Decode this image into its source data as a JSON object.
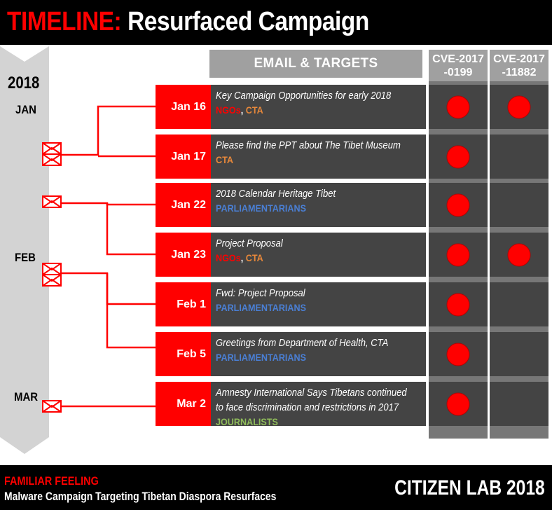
{
  "title": {
    "keyword": "TIMELINE:",
    "rest": "Resurfaced Campaign"
  },
  "timeline": {
    "year": "2018",
    "months": [
      "JAN",
      "FEB",
      "MAR"
    ]
  },
  "headers": {
    "email_targets": "EMAIL & TARGETS",
    "cve_1": [
      "CVE-2017",
      "-0199"
    ],
    "cve_2": [
      "CVE-2017",
      "-11882"
    ]
  },
  "target_colors": {
    "NGOs": "#ff0000",
    "CTA": "#e8883a",
    "PARLIAMENTARIANS": "#4a7fd4",
    "JOURNALISTS": "#8fbc5a"
  },
  "emails": [
    {
      "date": "Jan 16",
      "subject": [
        "Key Campaign Opportunities for early 2018"
      ],
      "targets": [
        "NGOs",
        "CTA"
      ],
      "cve_0199": true,
      "cve_11882": true
    },
    {
      "date": "Jan 17",
      "subject": [
        "Please find the PPT about The Tibet Museum"
      ],
      "targets": [
        "CTA"
      ],
      "cve_0199": true,
      "cve_11882": false
    },
    {
      "date": "Jan 22",
      "subject": [
        "2018 Calendar Heritage Tibet"
      ],
      "targets": [
        "PARLIAMENTARIANS"
      ],
      "cve_0199": true,
      "cve_11882": false
    },
    {
      "date": "Jan 23",
      "subject": [
        "Project Proposal"
      ],
      "targets": [
        "NGOs",
        "CTA"
      ],
      "cve_0199": true,
      "cve_11882": true
    },
    {
      "date": "Feb 1",
      "subject": [
        "Fwd: Project Proposal"
      ],
      "targets": [
        "PARLIAMENTARIANS"
      ],
      "cve_0199": true,
      "cve_11882": false
    },
    {
      "date": "Feb 5",
      "subject": [
        "Greetings from Department of Health, CTA"
      ],
      "targets": [
        "PARLIAMENTARIANS"
      ],
      "cve_0199": true,
      "cve_11882": false
    },
    {
      "date": "Mar 2",
      "subject": [
        "Amnesty International Says Tibetans continued",
        "to face discrimination and restrictions in 2017"
      ],
      "targets": [
        "JOURNALISTS"
      ],
      "cve_0199": true,
      "cve_11882": false
    }
  ],
  "footer": {
    "campaign_name": "FAMILIAR FEELING",
    "report_title": "Malware Campaign Targeting Tibetan Diaspora Resurfaces",
    "brand": "CITIZEN LAB 2018"
  },
  "colors": {
    "title_bar": "#000000",
    "accent_red": "#ff0000",
    "row_background": "#444444",
    "cve_column": "#777777",
    "header_background": "#a0a0a0",
    "timeline_arrow": "#d3d3d3"
  }
}
